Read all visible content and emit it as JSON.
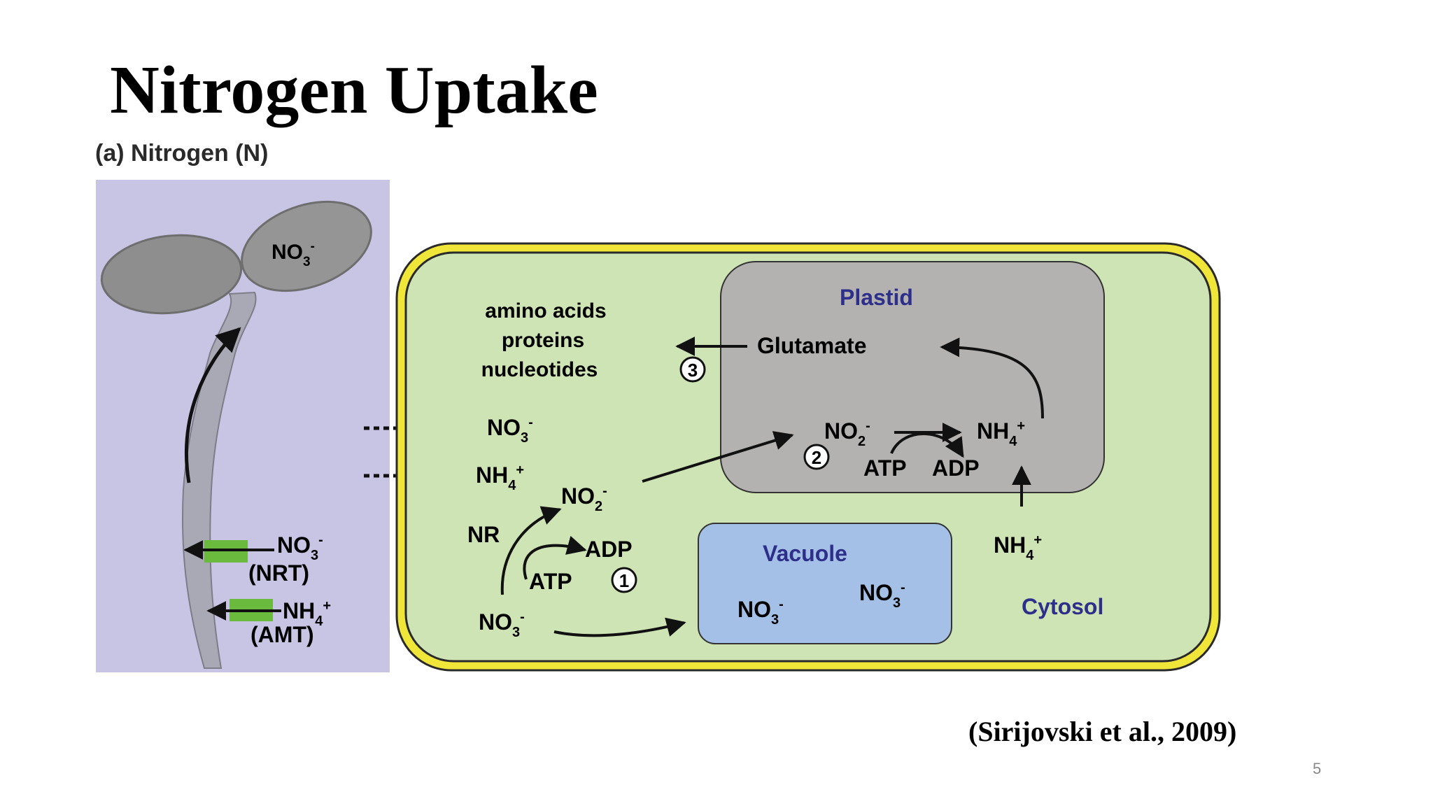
{
  "slide": {
    "title": "Nitrogen Uptake",
    "panel_label": "(a) Nitrogen (N)",
    "citation": "(Sirijovski et al., 2009)",
    "page_number": "5"
  },
  "seedling": {
    "leaf_label": {
      "base": "NO",
      "sub": "3",
      "sup": "-"
    },
    "transporter_1": {
      "ion": {
        "base": "NO",
        "sub": "3",
        "sup": "-"
      },
      "name": "(NRT)"
    },
    "transporter_2": {
      "ion": {
        "base": "NH",
        "sub": "4",
        "sup": "+"
      },
      "name": "(AMT)"
    }
  },
  "cell": {
    "products": [
      "amino acids",
      "proteins",
      "nucleotides"
    ],
    "influx_no3": {
      "base": "NO",
      "sub": "3",
      "sup": "-"
    },
    "influx_nh4": {
      "base": "NH",
      "sub": "4",
      "sup": "+"
    },
    "no2_cytosol": {
      "base": "NO",
      "sub": "2",
      "sup": "-"
    },
    "nr": "NR",
    "adp": "ADP",
    "atp": "ATP",
    "step_1": "1",
    "no3_cytosol": {
      "base": "NO",
      "sub": "3",
      "sup": "-"
    },
    "nh4_cytosol": {
      "base": "NH",
      "sub": "4",
      "sup": "+"
    },
    "cytosol_label": "Cytosol",
    "plastid": {
      "label": "Plastid",
      "glutamate": "Glutamate",
      "step_3": "3",
      "no2": {
        "base": "NO",
        "sub": "2",
        "sup": "-"
      },
      "nh4": {
        "base": "NH",
        "sub": "4",
        "sup": "+"
      },
      "step_2": "2",
      "atp": "ATP",
      "adp": "ADP"
    },
    "vacuole": {
      "label": "Vacuole",
      "no3_a": {
        "base": "NO",
        "sub": "3",
        "sup": "-"
      },
      "no3_b": {
        "base": "NO",
        "sub": "3",
        "sup": "-"
      }
    }
  },
  "colors": {
    "seedling_bg": "#c8c4e4",
    "cell_wall": "#f0e63a",
    "cytosol": "#cfe4b4",
    "plastid": "#b3b2b0",
    "vacuole": "#a4c0e6",
    "transporter": "#6aba3e",
    "organelle_label": "#2d2f8a"
  }
}
